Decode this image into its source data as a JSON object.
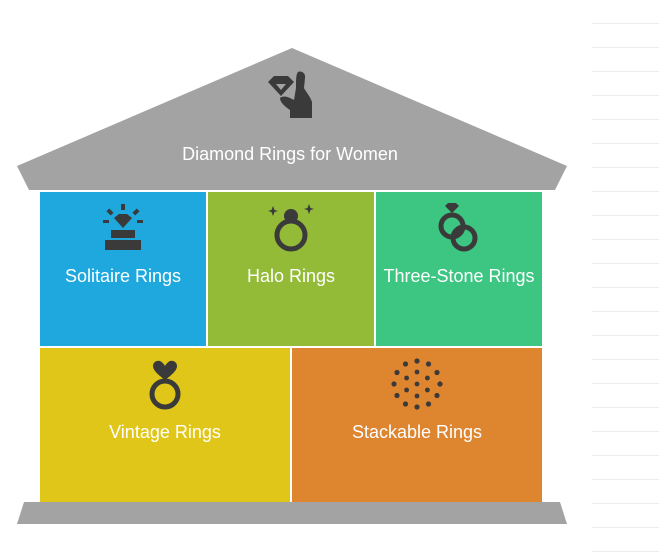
{
  "roof": {
    "title": "Diamond Rings for Women",
    "icon": "hand-diamond-icon"
  },
  "pillars": [
    {
      "label": "Solitaire Rings",
      "icon": "solitaire-ring-icon",
      "color": "#1ea8de"
    },
    {
      "label": "Halo Rings",
      "icon": "halo-ring-icon",
      "color": "#93bb38"
    },
    {
      "label": "Three-Stone Rings",
      "icon": "three-stone-ring-icon",
      "color": "#3dc582"
    },
    {
      "label": "Vintage Rings",
      "icon": "vintage-heart-ring-icon",
      "color": "#e0c619"
    },
    {
      "label": "Stackable Rings",
      "icon": "dots-circle-icon",
      "color": "#de8530"
    }
  ],
  "colors": {
    "roof": "#a3a3a3",
    "base": "#a3a3a3",
    "icon": "#3a3a3a"
  }
}
